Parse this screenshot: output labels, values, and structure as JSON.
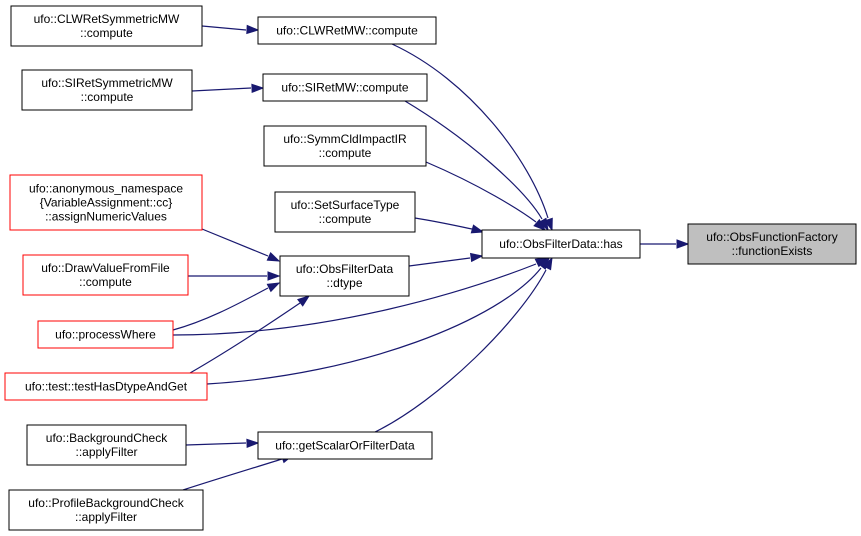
{
  "colors": {
    "edge": "#191970",
    "node_border": "#000000",
    "truncated_border": "#ff0000",
    "root_fill": "#bfbfbf",
    "node_fill": "#ffffff"
  },
  "nodes": {
    "functionExists": {
      "lines": [
        "ufo::ObsFunctionFactory",
        "::functionExists"
      ]
    },
    "has": {
      "lines": [
        "ufo::ObsFilterData::has"
      ]
    },
    "clwretmw": {
      "lines": [
        "ufo::CLWRetMW::compute"
      ]
    },
    "clwretsym": {
      "lines": [
        "ufo::CLWRetSymmetricMW",
        "::compute"
      ]
    },
    "siretmw": {
      "lines": [
        "ufo::SIRetMW::compute"
      ]
    },
    "siretsym": {
      "lines": [
        "ufo::SIRetSymmetricMW",
        "::compute"
      ]
    },
    "symmcld": {
      "lines": [
        "ufo::SymmCldImpactIR",
        "::compute"
      ]
    },
    "setsurface": {
      "lines": [
        "ufo::SetSurfaceType",
        "::compute"
      ]
    },
    "dtype": {
      "lines": [
        "ufo::ObsFilterData",
        "::dtype"
      ]
    },
    "anon": {
      "lines": [
        "ufo::anonymous_namespace",
        "{VariableAssignment::cc}",
        "::assignNumericValues"
      ]
    },
    "drawvalue": {
      "lines": [
        "ufo::DrawValueFromFile",
        "::compute"
      ]
    },
    "processwhere": {
      "lines": [
        "ufo::processWhere"
      ]
    },
    "testhas": {
      "lines": [
        "ufo::test::testHasDtypeAndGet"
      ]
    },
    "getscalar": {
      "lines": [
        "ufo::getScalarOrFilterData"
      ]
    },
    "bgcheck": {
      "lines": [
        "ufo::BackgroundCheck",
        "::applyFilter"
      ]
    },
    "profilebg": {
      "lines": [
        "ufo::ProfileBackgroundCheck",
        "::applyFilter"
      ]
    }
  }
}
